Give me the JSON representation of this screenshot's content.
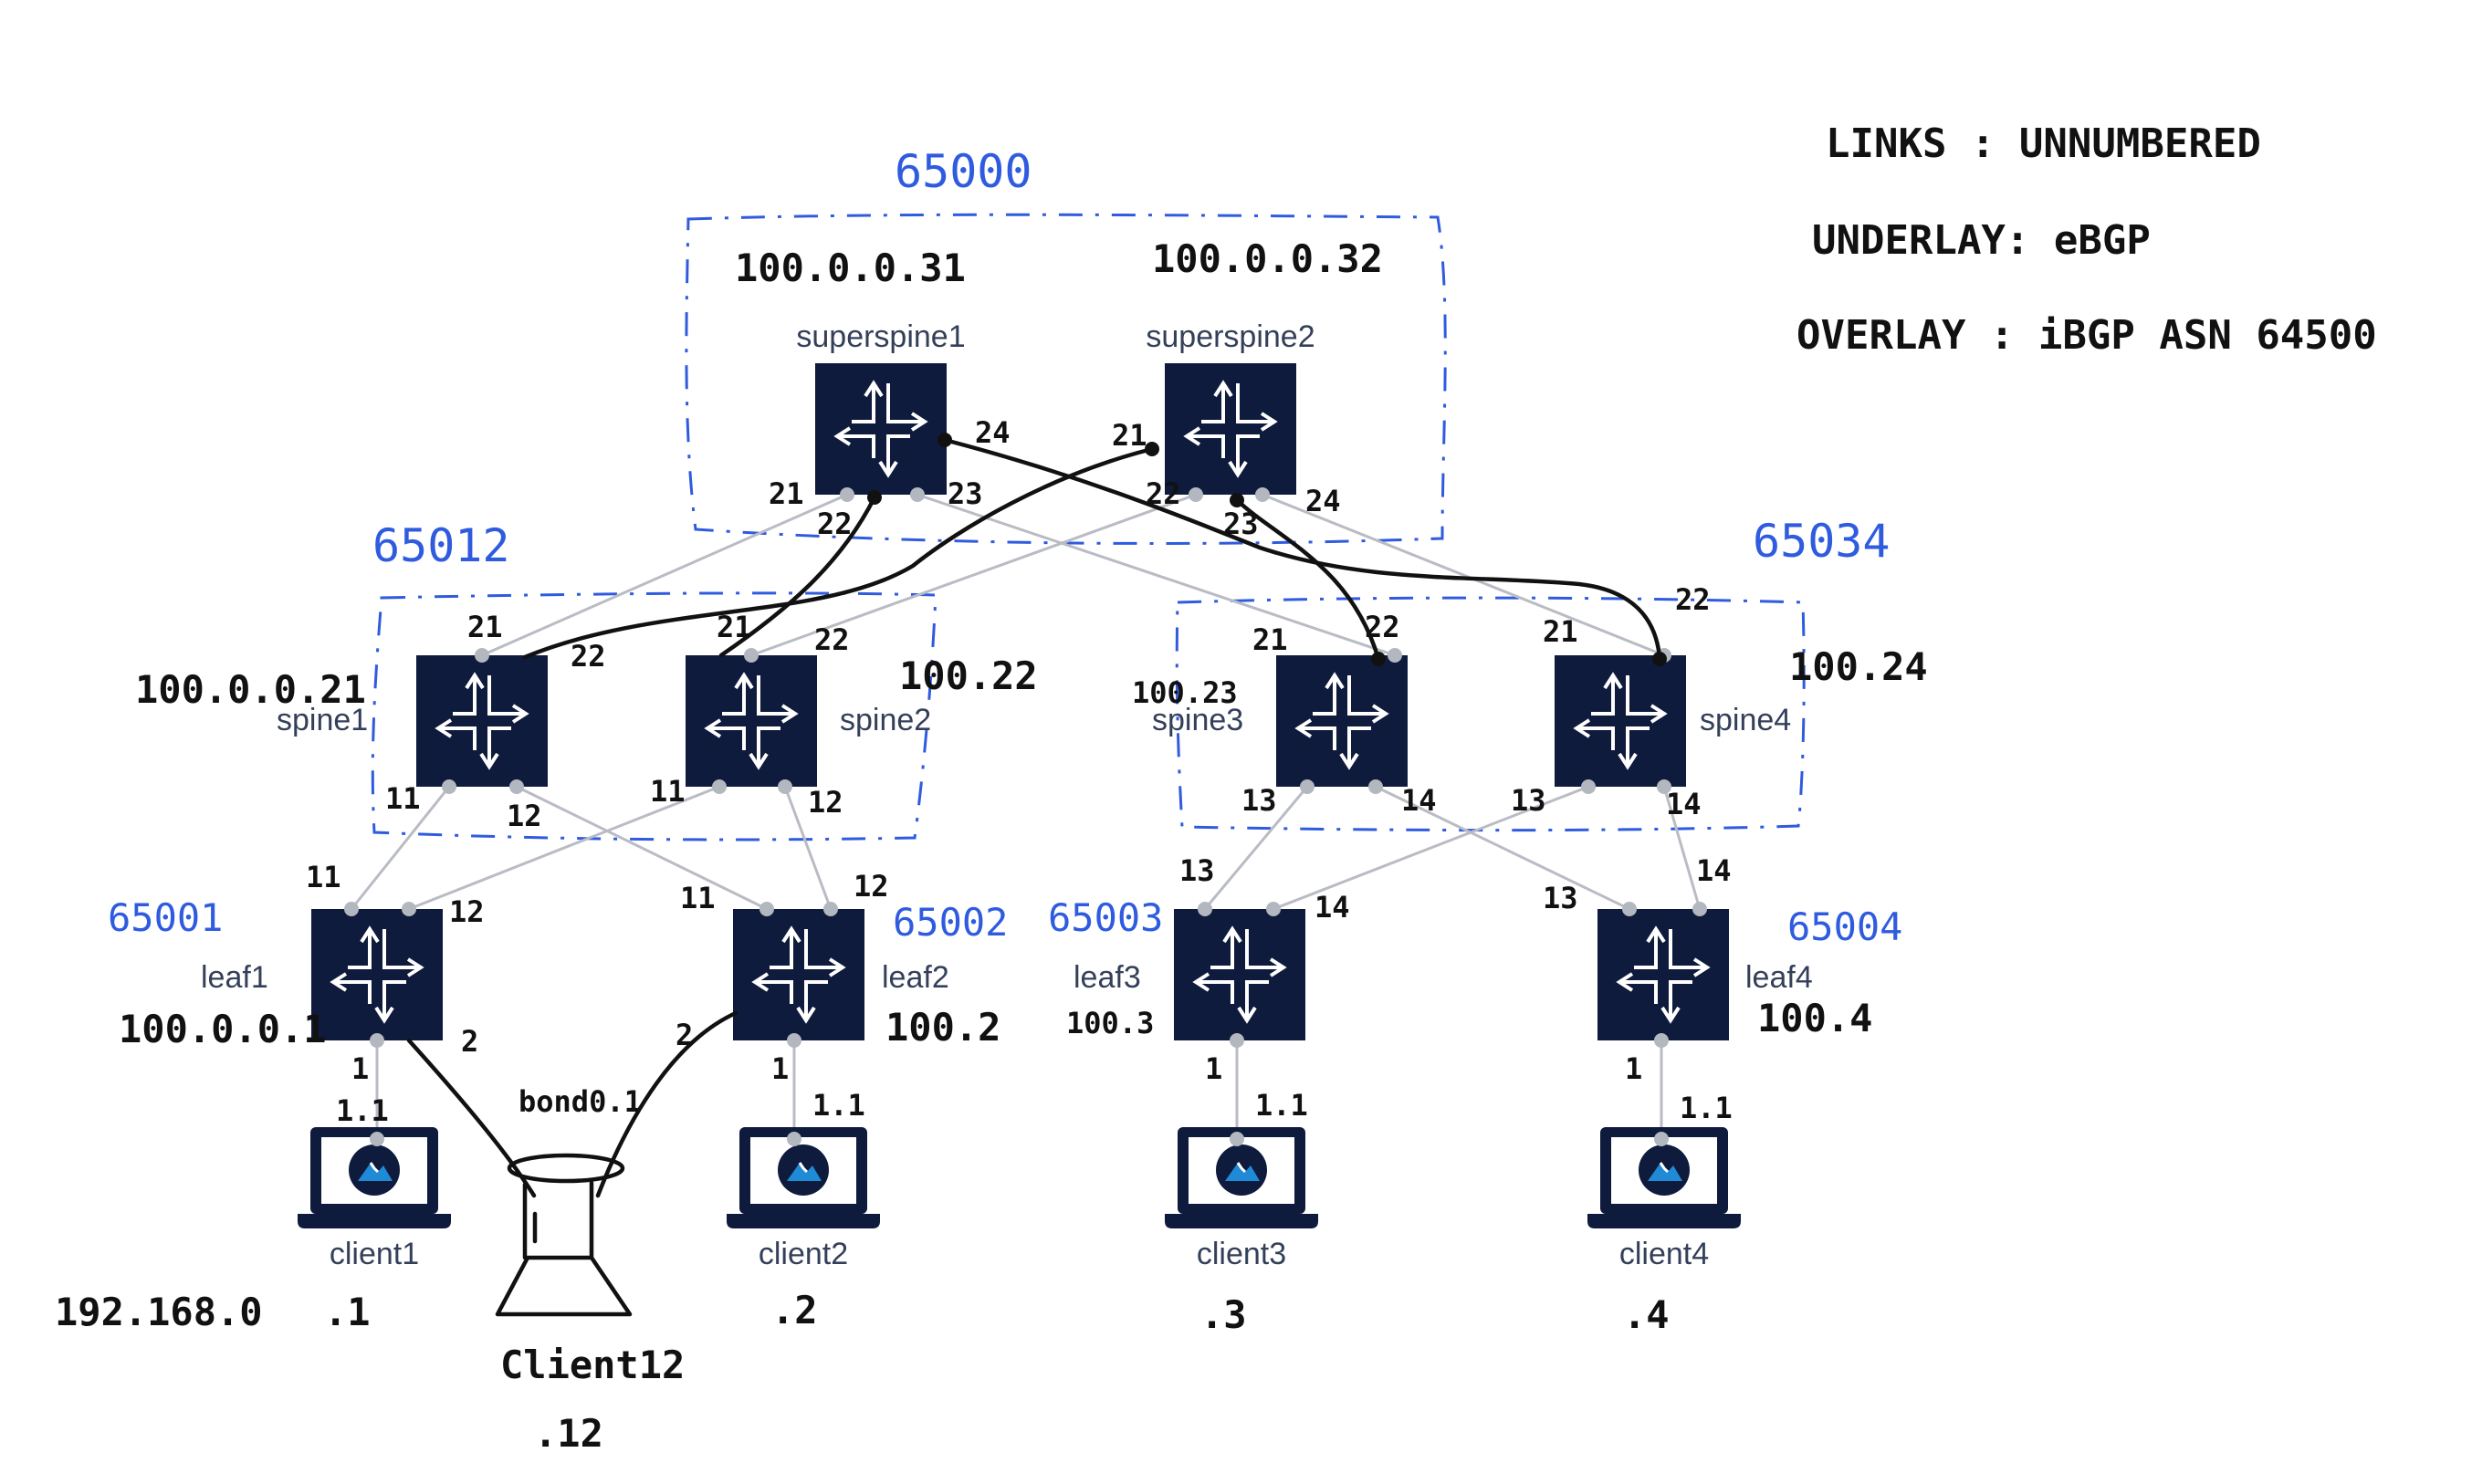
{
  "notes": {
    "links": "LINKS : UNNUMBERED",
    "underlay": "UNDERLAY: eBGP",
    "overlay": "OVERLAY : iBGP ASN 64500"
  },
  "asns": {
    "superspine": "65000",
    "spine12": "65012",
    "spine34": "65034",
    "leaf1": "65001",
    "leaf2": "65002",
    "leaf3": "65003",
    "leaf4": "65004"
  },
  "devices": {
    "superspine1": {
      "name": "superspine1",
      "ip": "100.0.0.31",
      "icon": "switch-icon"
    },
    "superspine2": {
      "name": "superspine2",
      "ip": "100.0.0.32",
      "icon": "switch-icon"
    },
    "spine1": {
      "name": "spine1",
      "ip": "100.0.0.21",
      "icon": "switch-icon"
    },
    "spine2": {
      "name": "spine2",
      "ip": "100.22",
      "icon": "switch-icon"
    },
    "spine3": {
      "name": "spine3",
      "ip": "100.23",
      "icon": "switch-icon"
    },
    "spine4": {
      "name": "spine4",
      "ip": "100.24",
      "icon": "switch-icon"
    },
    "leaf1": {
      "name": "leaf1",
      "ip": "100.0.0.1",
      "icon": "switch-icon"
    },
    "leaf2": {
      "name": "leaf2",
      "ip": "100.2",
      "icon": "switch-icon"
    },
    "leaf3": {
      "name": "leaf3",
      "ip": "100.3",
      "icon": "switch-icon"
    },
    "leaf4": {
      "name": "leaf4",
      "ip": "100.4",
      "icon": "switch-icon"
    },
    "client1": {
      "name": "client1",
      "ip": ".1",
      "icon": "laptop-icon"
    },
    "client2": {
      "name": "client2",
      "ip": ".2",
      "icon": "laptop-icon"
    },
    "client3": {
      "name": "client3",
      "ip": ".3",
      "icon": "laptop-icon"
    },
    "client4": {
      "name": "client4",
      "ip": ".4",
      "icon": "laptop-icon"
    },
    "client12": {
      "name": "Client12",
      "ip": ".12",
      "iface": "bond0.1",
      "icon": "hand-drawn-server-icon"
    }
  },
  "subnet": "192.168.0",
  "ports": {
    "ss1_21": "21",
    "ss1_22": "22",
    "ss1_23": "23",
    "ss1_24": "24",
    "ss2_21": "21",
    "ss2_22": "22",
    "ss2_23": "23",
    "ss2_24": "24",
    "sp1_21": "21",
    "sp1_22": "22",
    "sp1_11": "11",
    "sp1_12": "12",
    "sp2_21": "21",
    "sp2_22": "22",
    "sp2_11": "11",
    "sp2_12": "12",
    "sp3_21": "21",
    "sp3_22": "22",
    "sp3_13": "13",
    "sp3_14": "14",
    "sp4_21": "21",
    "sp4_22": "22",
    "sp4_13": "13",
    "sp4_14": "14",
    "lf1_11": "11",
    "lf1_12": "12",
    "lf1_1": "1",
    "lf1_2": "2",
    "lf2_11": "11",
    "lf2_12": "12",
    "lf2_1": "1",
    "lf2_2": "2",
    "lf3_13": "13",
    "lf3_14": "14",
    "lf3_1": "1",
    "lf4_13": "13",
    "lf4_14": "14",
    "lf4_1": "1",
    "cl1": "1.1",
    "cl2": "1.1",
    "cl3": "1.1",
    "cl4": "1.1"
  },
  "colors": {
    "switch": "#0f1b3d",
    "asn_ink": "#2f5bdf",
    "link": "#b9bcc4",
    "hand_ink": "#111111"
  }
}
